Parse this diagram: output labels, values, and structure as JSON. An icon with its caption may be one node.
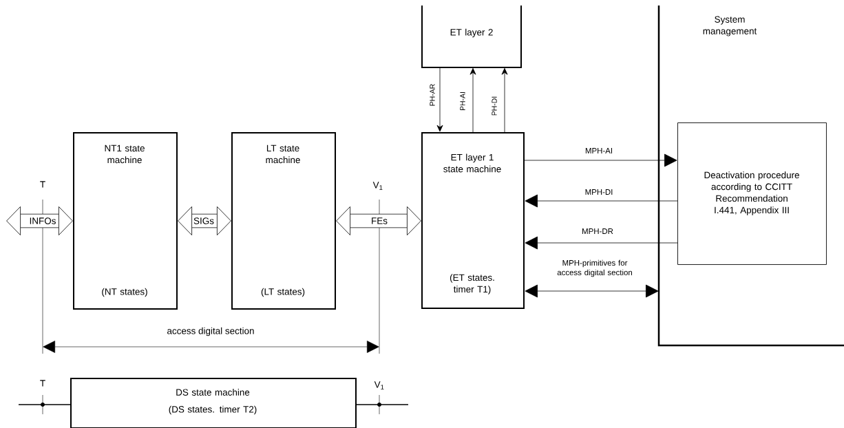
{
  "diagram": {
    "nodes": [
      {
        "text": [
          "NT1 state machine",
          "(NT states)"
        ]
      },
      {
        "text": [
          "LT state machine",
          "(LT states)"
        ]
      },
      {
        "text": [
          "ET layer 2"
        ]
      },
      {
        "text": [
          "ET layer 1 state machine",
          "(ET states. timer T1)"
        ]
      },
      {
        "text": [
          "System management"
        ]
      },
      {
        "text": [
          "Deactivation procedure according to CCITT Recommendation I.441, Appendix III"
        ],
        "in": 4
      },
      {
        "text": [
          "DS state machine",
          "(DS states. timer T2)"
        ]
      }
    ],
    "edges": [
      {
        "from": null,
        "to": 0,
        "arrow": "both",
        "label": "INFOs",
        "style": "thick"
      },
      {
        "from": 0,
        "to": 1,
        "arrow": "both",
        "label": "SIGs",
        "style": "thick"
      },
      {
        "from": 1,
        "to": 3,
        "arrow": "both",
        "label": "FEs",
        "style": "thick"
      },
      {
        "from": 2,
        "to": 3,
        "arrow": "to",
        "label": "PH-AR"
      },
      {
        "from": 3,
        "to": 2,
        "arrow": "to",
        "label": "PH-AI"
      },
      {
        "from": 3,
        "to": 2,
        "arrow": "to",
        "label": "PH-DI"
      },
      {
        "from": 3,
        "to": 5,
        "arrow": "to",
        "label": "MPH-AI"
      },
      {
        "from": 5,
        "to": 3,
        "arrow": "to",
        "label": "MPH-DI"
      },
      {
        "from": 5,
        "to": 3,
        "arrow": "to",
        "label": "MPH-DR"
      },
      {
        "from": 3,
        "to": 4,
        "arrow": "both",
        "label": "MPH-primitives for access digital section"
      },
      {
        "from": null,
        "to": 6,
        "arrow": "none"
      },
      {
        "from": 6,
        "to": null,
        "arrow": "none"
      }
    ],
    "labels": [
      "T",
      "V$_{1}$",
      "access digital section",
      "T",
      "V$_{1}$"
    ]
  }
}
